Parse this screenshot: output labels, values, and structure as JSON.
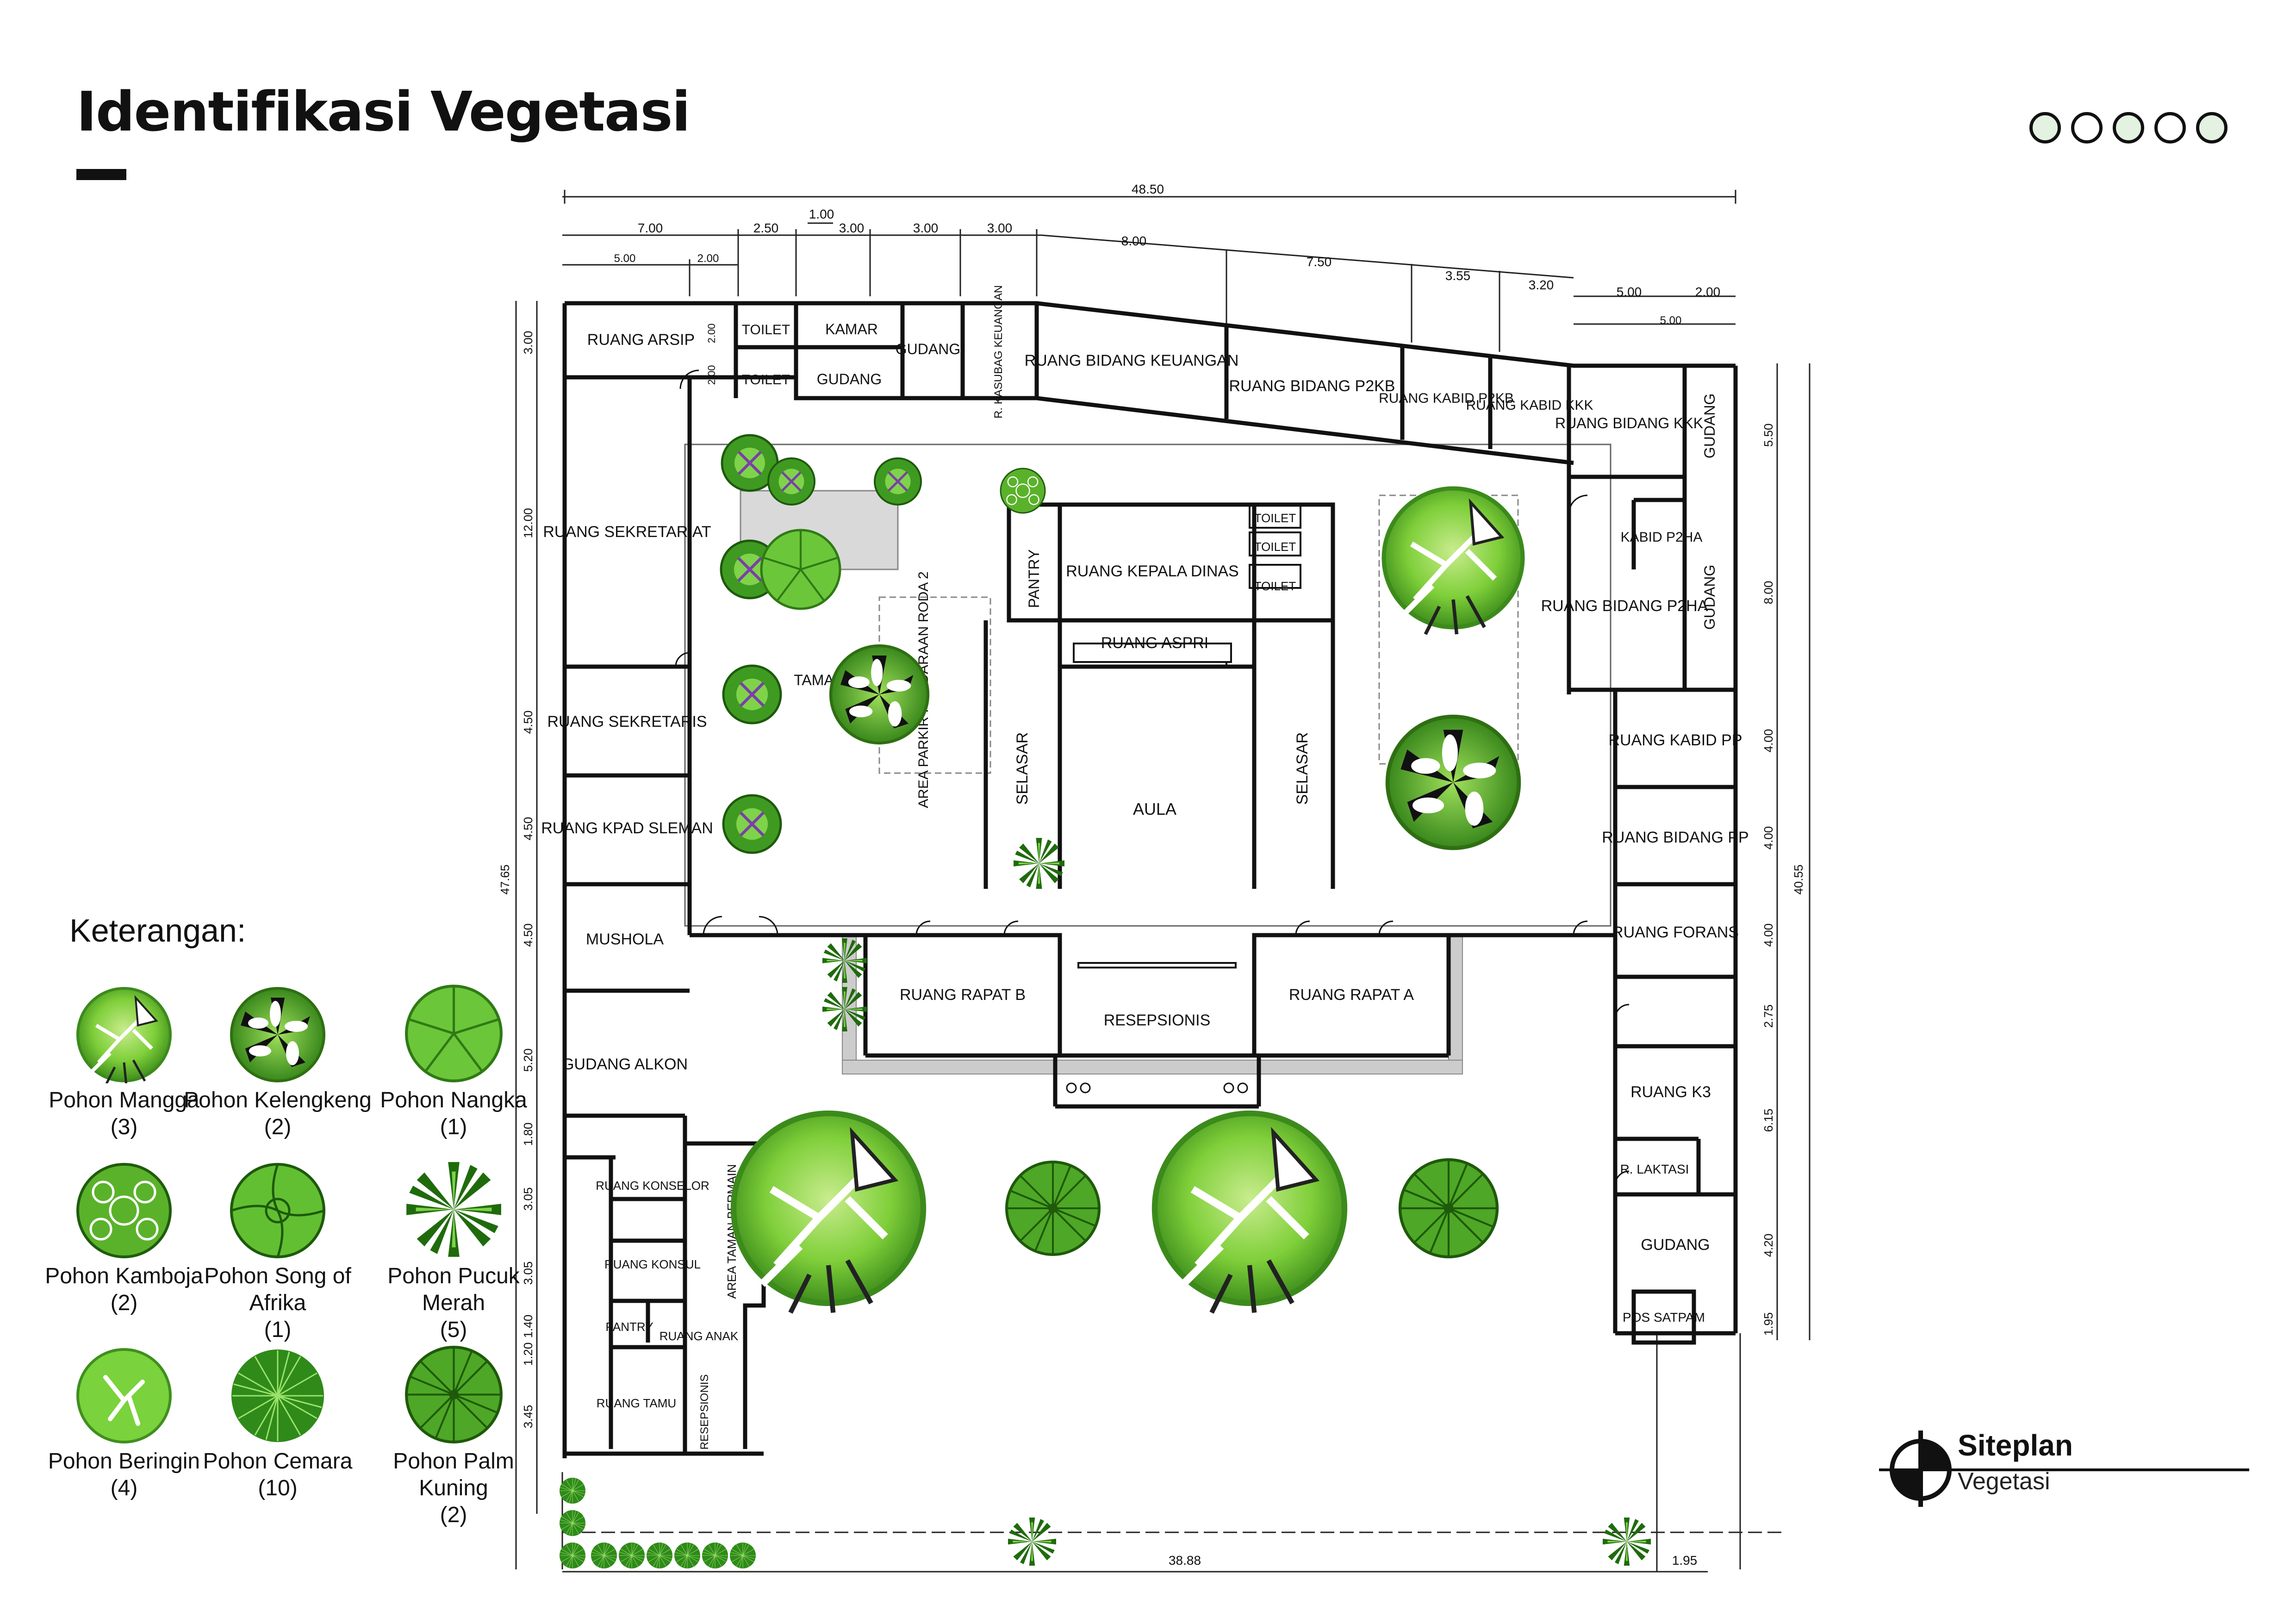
{
  "title": "Identifikasi Vegetasi",
  "legend_title": "Keterangan:",
  "legend": [
    {
      "name": "Pohon Mangga",
      "count": "(3)",
      "icon": "mangga-tree-icon"
    },
    {
      "name": "Pohon Kelengkeng",
      "count": "(2)",
      "icon": "kelengkeng-tree-icon"
    },
    {
      "name": "Pohon Nangka",
      "count": "(1)",
      "icon": "nangka-tree-icon"
    },
    {
      "name": "Pohon Kamboja",
      "count": "(2)",
      "icon": "kamboja-tree-icon"
    },
    {
      "name": "Pohon Song of Afrika",
      "count": "(1)",
      "icon": "song-of-afrika-tree-icon"
    },
    {
      "name": "Pohon Pucuk Merah",
      "count": "(5)",
      "icon": "pucuk-merah-tree-icon"
    },
    {
      "name": "Pohon Beringin",
      "count": "(4)",
      "icon": "beringin-tree-icon"
    },
    {
      "name": "Pohon Cemara",
      "count": "(10)",
      "icon": "cemara-tree-icon"
    },
    {
      "name": "Pohon Palm Kuning",
      "count": "(2)",
      "icon": "palm-kuning-tree-icon"
    }
  ],
  "stamp": {
    "title": "Siteplan",
    "subtitle": "Vegetasi"
  },
  "rooms": {
    "arsip": "RUANG ARSIP",
    "toilet1": "TOILET",
    "toilet2": "TOILET",
    "kamar": "KAMAR",
    "gudang1": "GUDANG",
    "gudang2": "GUDANG",
    "kasubag": "R. KASUBAG KEUANGAN",
    "keuangan": "RUANG BIDANG KEUANGAN",
    "p2kb": "RUANG BIDANG P2KB",
    "kabid_p2kb": "RUANG KABID P2KB",
    "kabid_kkk": "RUANG KABID KKK",
    "bidang_kkk": "RUANG BIDANG KKK",
    "gudang3": "GUDANG",
    "sekretariat": "RUANG SEKRETARIAT",
    "sekretaris": "RUANG SEKRETARIS",
    "kpad": "RUANG KPAD SLEMAN",
    "mushola": "MUSHOLA",
    "gudang_alkon": "GUDANG ALKON",
    "kabid_p2ha": "KABID P2HA",
    "bidang_p2ha": "RUANG BIDANG P2HA",
    "gudang4": "GUDANG",
    "kabid_pp": "RUANG KABID PP",
    "bidang_pp": "RUANG BIDANG PP",
    "forans": "RUANG FORANS",
    "k3": "RUANG K3",
    "laktasi": "R. LAKTASI",
    "gudang5": "GUDANG",
    "satpam": "POS SATPAM",
    "pantry": "PANTRY",
    "kepala_dinas": "RUANG KEPALA DINAS",
    "toilet3": "TOILET",
    "toilet4": "TOILET",
    "toilet5": "TOILET",
    "aspri": "RUANG ASPRI",
    "aula": "AULA",
    "selasar1": "SELASAR",
    "selasar2": "SELASAR",
    "parkir": "AREA PARKIR KENDARAAN RODA 2",
    "taman": "TAMAN",
    "rapat_b": "RUANG RAPAT B",
    "rapat_a": "RUANG RAPAT A",
    "resepsionis": "RESEPSIONIS",
    "konselor": "RUANG KONSELOR",
    "konsul": "RUANG KONSUL",
    "taman_bermain": "AREA TAMAN BERMAIN",
    "pantry2": "PANTRY",
    "anak": "RUANG ANAK",
    "tamu": "RUANG TAMU",
    "resepsionis2": "RESEPSIONIS"
  },
  "dimensions": {
    "top_total": "48.50",
    "top_segs": [
      "7.00",
      "2.50",
      "1.00",
      "3.00",
      "3.00",
      "3.00",
      "8.00",
      "7.50",
      "3.55",
      "3.20",
      "5.00",
      "2.00"
    ],
    "top_sub": [
      "5.00",
      "2.00",
      "5.00"
    ],
    "left_total": "47.65",
    "left_segs": [
      "3.00",
      "12.00",
      "4.50",
      "4.50",
      "4.50",
      "5.20",
      "1.80",
      "3.05",
      "3.05",
      "1.20",
      "1.40",
      "3.45"
    ],
    "left_small": [
      "2.00",
      "2.00"
    ],
    "right_total": "40.55",
    "right_segs": [
      "5.50",
      "8.00",
      "4.00",
      "4.00",
      "4.00",
      "2.75",
      "6.15",
      "4.20",
      "1.95"
    ],
    "bottom_total": "38.88",
    "bottom_right": "1.95"
  }
}
